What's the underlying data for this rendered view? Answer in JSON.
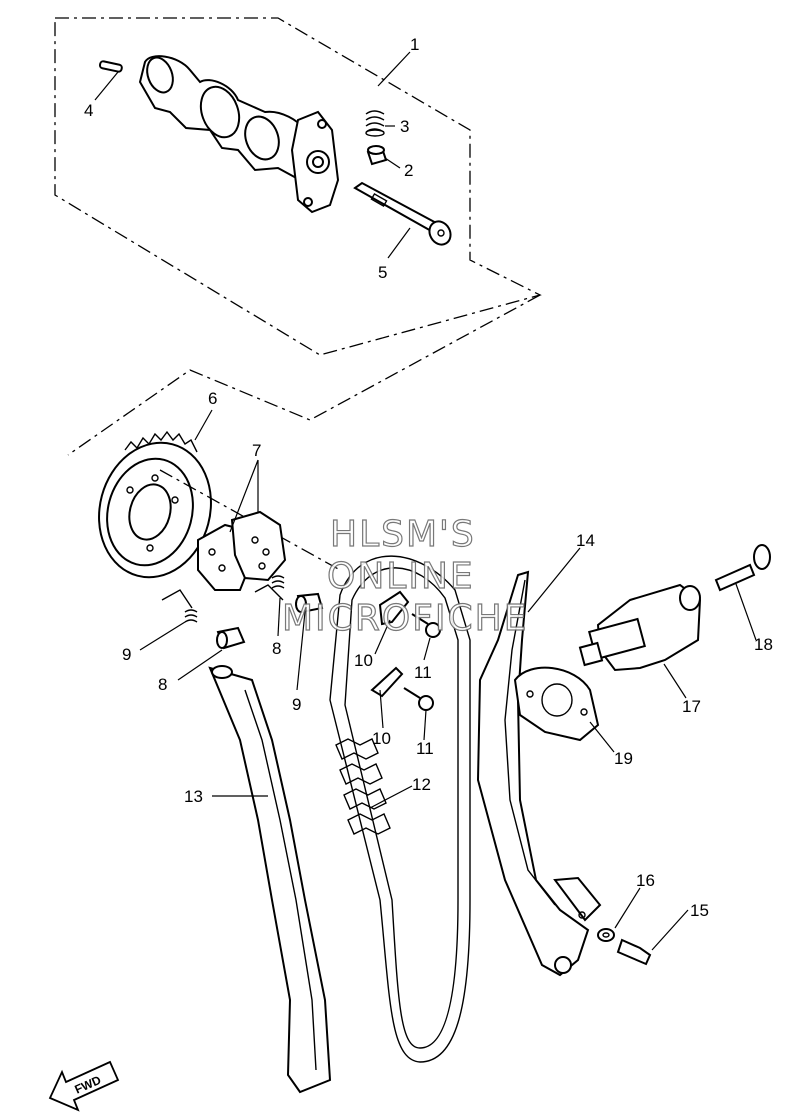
{
  "watermark": {
    "line1": "HLSM'S",
    "line2": "ONLINE",
    "line3": "MICROFICHE"
  },
  "direction_badge": "FWD",
  "callouts": [
    {
      "id": "c1",
      "label": "1"
    },
    {
      "id": "c2",
      "label": "2"
    },
    {
      "id": "c3",
      "label": "3"
    },
    {
      "id": "c4",
      "label": "4"
    },
    {
      "id": "c5",
      "label": "5"
    },
    {
      "id": "c6",
      "label": "6"
    },
    {
      "id": "c7",
      "label": "7"
    },
    {
      "id": "c8a",
      "label": "8"
    },
    {
      "id": "c8b",
      "label": "8"
    },
    {
      "id": "c9a",
      "label": "9"
    },
    {
      "id": "c9b",
      "label": "9"
    },
    {
      "id": "c10a",
      "label": "10"
    },
    {
      "id": "c10b",
      "label": "10"
    },
    {
      "id": "c11a",
      "label": "11"
    },
    {
      "id": "c11b",
      "label": "11"
    },
    {
      "id": "c12",
      "label": "12"
    },
    {
      "id": "c13",
      "label": "13"
    },
    {
      "id": "c14",
      "label": "14"
    },
    {
      "id": "c15",
      "label": "15"
    },
    {
      "id": "c16",
      "label": "16"
    },
    {
      "id": "c17",
      "label": "17"
    },
    {
      "id": "c18",
      "label": "18"
    },
    {
      "id": "c19",
      "label": "19"
    }
  ]
}
